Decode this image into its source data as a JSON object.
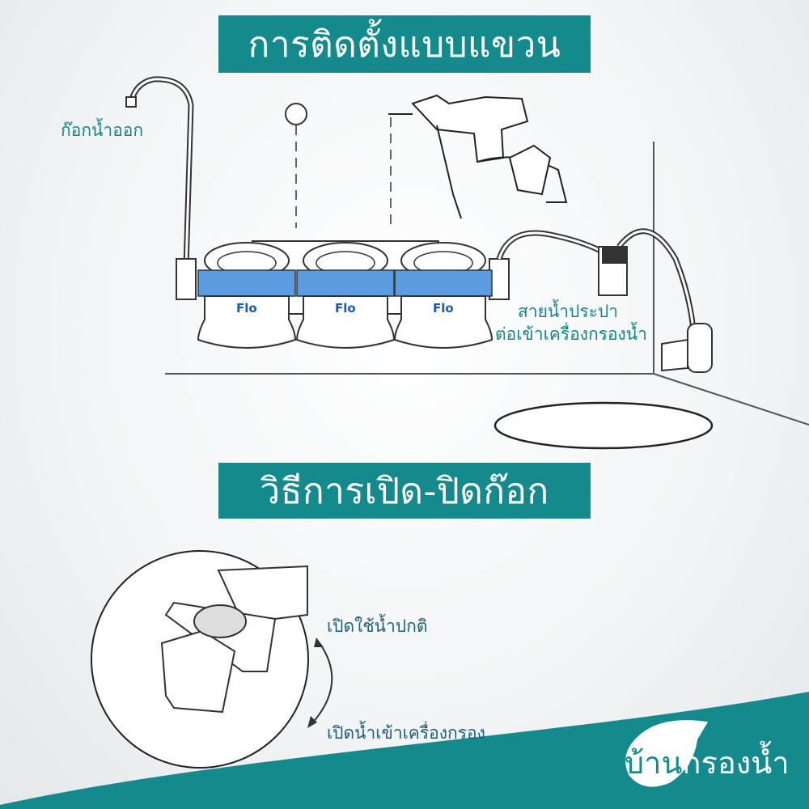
{
  "section_install": {
    "title": "การติดตั้งแบบแขวน",
    "label_faucet": "ก๊อกน้ำออก",
    "label_hose_line1": "สายน้ำประปา",
    "label_hose_line2": "ต่อเข้าเครื่องกรองน้ำ",
    "filter_brand": "Flo"
  },
  "section_valve": {
    "title": "วิธีการเปิด-ปิดก๊อก",
    "label_normal": "เปิดใช้น้ำปกติ",
    "label_filter": "เปิดน้ำเข้าเครื่องกรอง"
  },
  "logo": {
    "text_part1": "บ้าน",
    "text_part2": "กรองน้ำ"
  },
  "colors": {
    "teal": "#158a8c",
    "filter_ring_blue": "#5b9ce0"
  }
}
